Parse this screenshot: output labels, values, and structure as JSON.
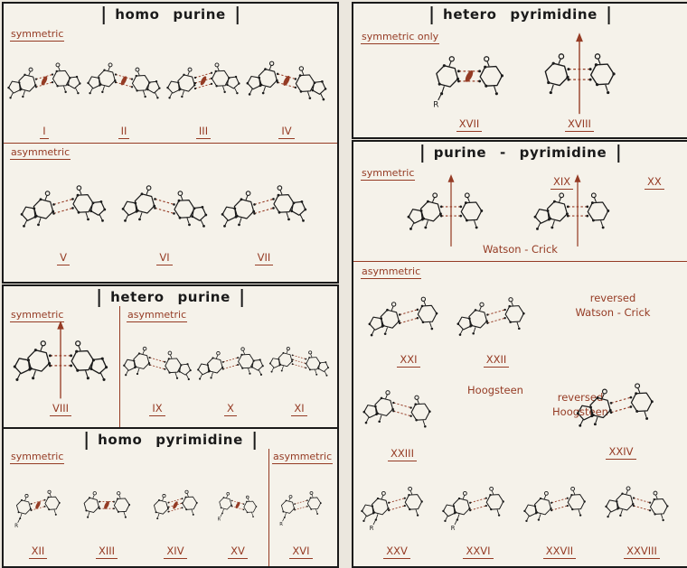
{
  "palette": {
    "ink": "#1a1a1a",
    "accent": "#953b24",
    "paper": "#f5f2ea",
    "page_bg": "#ebe7de"
  },
  "glyphs": {
    "r_label": "R"
  },
  "panels": {
    "homo_purine": {
      "title": "homo purine",
      "sections": {
        "symmetric": {
          "label": "symmetric"
        },
        "asymmetric": {
          "label": "asymmetric"
        }
      },
      "structures": {
        "I": {
          "numeral": "I",
          "pair": "pp",
          "sym": "lens",
          "bonds": 2,
          "slant": 1
        },
        "II": {
          "numeral": "II",
          "pair": "pp",
          "sym": "lens",
          "bonds": 2,
          "slant": -1
        },
        "III": {
          "numeral": "III",
          "pair": "pp",
          "sym": "lens",
          "bonds": 3,
          "slant": 1
        },
        "IV": {
          "numeral": "IV",
          "pair": "pp",
          "sym": "lens",
          "bonds": 2,
          "slant": -1
        },
        "V": {
          "numeral": "V",
          "pair": "pp",
          "sym": null,
          "bonds": 2,
          "slant": 1
        },
        "VI": {
          "numeral": "VI",
          "pair": "pp",
          "sym": null,
          "bonds": 2,
          "slant": -1
        },
        "VII": {
          "numeral": "VII",
          "pair": "pp",
          "sym": null,
          "bonds": 2,
          "slant": 1
        }
      }
    },
    "hetero_purine": {
      "title": "hetero purine",
      "sections": {
        "symmetric": {
          "label": "symmetric"
        },
        "asymmetric": {
          "label": "asymmetric"
        }
      },
      "structures": {
        "VIII": {
          "numeral": "VIII",
          "pair": "pp",
          "sym": "arrow",
          "bonds": 2,
          "slant": 0
        },
        "IX": {
          "numeral": "IX",
          "pair": "pp",
          "sym": null,
          "bonds": 2,
          "slant": -1
        },
        "X": {
          "numeral": "X",
          "pair": "pp",
          "sym": null,
          "bonds": 2,
          "slant": 1
        },
        "XI": {
          "numeral": "XI",
          "pair": "pp",
          "sym": null,
          "bonds": 3,
          "slant": -1
        }
      }
    },
    "homo_pyrimidine": {
      "title": "homo pyrimidine",
      "sections": {
        "symmetric": {
          "label": "symmetric"
        },
        "asymmetric": {
          "label": "asymmetric"
        }
      },
      "structures": {
        "XII": {
          "numeral": "XII",
          "pair": "yy",
          "sym": "lens",
          "bonds": 2,
          "slant": 1,
          "r": true
        },
        "XIII": {
          "numeral": "XIII",
          "pair": "yy",
          "sym": "lens",
          "bonds": 2,
          "slant": 0
        },
        "XIV": {
          "numeral": "XIV",
          "pair": "yy",
          "sym": "lens",
          "bonds": 3,
          "slant": 1
        },
        "XV": {
          "numeral": "XV",
          "pair": "yy",
          "sym": "lens",
          "bonds": 2,
          "slant": -1,
          "r": true
        },
        "XVI": {
          "numeral": "XVI",
          "pair": "yy",
          "sym": null,
          "bonds": 2,
          "slant": 1,
          "r": true
        }
      }
    },
    "hetero_pyrimidine": {
      "title": "hetero pyrimidine",
      "sections": {
        "symmetric_only": {
          "label": "symmetric only"
        }
      },
      "structures": {
        "XVII": {
          "numeral": "XVII",
          "pair": "yy",
          "sym": "lens",
          "bonds": 2,
          "slant": 0,
          "r": true
        },
        "XVIII": {
          "numeral": "XVIII",
          "pair": "yy",
          "sym": "arrow",
          "bonds": 2,
          "slant": 0
        }
      }
    },
    "purine_pyrimidine": {
      "title": "purine - pyrimidine",
      "sections": {
        "symmetric": {
          "label": "symmetric"
        },
        "asymmetric": {
          "label": "asymmetric"
        }
      },
      "annotations": {
        "watson_crick": "Watson - Crick",
        "reversed_watson_crick": "reversed\nWatson - Crick",
        "hoogsteen": "Hoogsteen",
        "reversed_hoogsteen": "reversed\nHoogsteen"
      },
      "structures": {
        "XIX": {
          "numeral": "XIX",
          "pair": "py",
          "sym": "arrow",
          "bonds": 2,
          "slant": 0
        },
        "XX": {
          "numeral": "XX",
          "pair": "py",
          "sym": "arrow",
          "bonds": 2,
          "slant": 0
        },
        "XXI": {
          "numeral": "XXI",
          "pair": "py",
          "sym": null,
          "bonds": 2,
          "slant": 1
        },
        "XXII": {
          "numeral": "XXII",
          "pair": "py",
          "sym": null,
          "bonds": 2,
          "slant": 1
        },
        "XXIII": {
          "numeral": "XXIII",
          "pair": "py",
          "sym": null,
          "bonds": 2,
          "slant": -1
        },
        "XXIV": {
          "numeral": "XXIV",
          "pair": "py",
          "sym": null,
          "bonds": 2,
          "slant": 1
        },
        "XXV": {
          "numeral": "XXV",
          "pair": "py",
          "sym": null,
          "bonds": 2,
          "slant": 1,
          "r": true
        },
        "XXVI": {
          "numeral": "XXVI",
          "pair": "py",
          "sym": null,
          "bonds": 2,
          "slant": 1,
          "r": true
        },
        "XXVII": {
          "numeral": "XXVII",
          "pair": "py",
          "sym": null,
          "bonds": 2,
          "slant": 1
        },
        "XXVIII": {
          "numeral": "XXVIII",
          "pair": "py",
          "sym": null,
          "bonds": 2,
          "slant": -1
        }
      }
    }
  }
}
